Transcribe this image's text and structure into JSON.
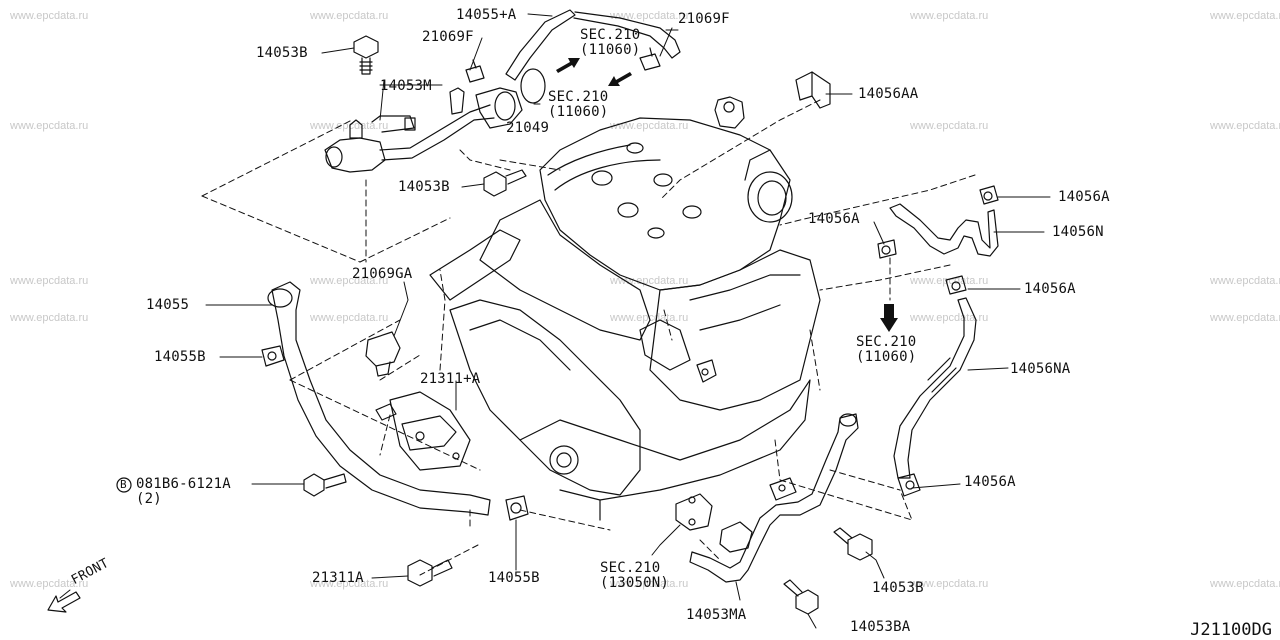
{
  "watermark": "www.epcdata.ru",
  "diagram_code": "J21100DG",
  "front_label": "FRONT",
  "parts": {
    "p14055A": "14055+A",
    "p21069F_a": "21069F",
    "p21069F_b": "21069F",
    "p14053B_a": "14053B",
    "p14053M": "14053M",
    "sec210_a_1": "SEC.210",
    "sec210_a_2": "(11060)",
    "sec210_b_1": "SEC.210",
    "sec210_b_2": "(11060)",
    "p21049": "21049",
    "p14053B_b": "14053B",
    "p14056AA": "14056AA",
    "p14056A_a": "14056A",
    "p14056A_b": "14056A",
    "p14056N": "14056N",
    "p21069GA": "21069GA",
    "p14055": "14055",
    "p14055B_a": "14055B",
    "p14056A_c": "14056A",
    "sec210_c_1": "SEC.210",
    "sec210_c_2": "(11060)",
    "p21311A_plus": "21311+A",
    "p14056NA": "14056NA",
    "bolt_circle": "B",
    "bolt_code": "081B6-6121A",
    "bolt_qty": "(2)",
    "p14056A_d": "14056A",
    "sec210_d_1": "SEC.210",
    "sec210_d_2": "(13050N)",
    "p21311A": "21311A",
    "p14055B_b": "14055B",
    "p14053B_c": "14053B",
    "p14053MA": "14053MA",
    "p14053BA": "14053BA"
  }
}
